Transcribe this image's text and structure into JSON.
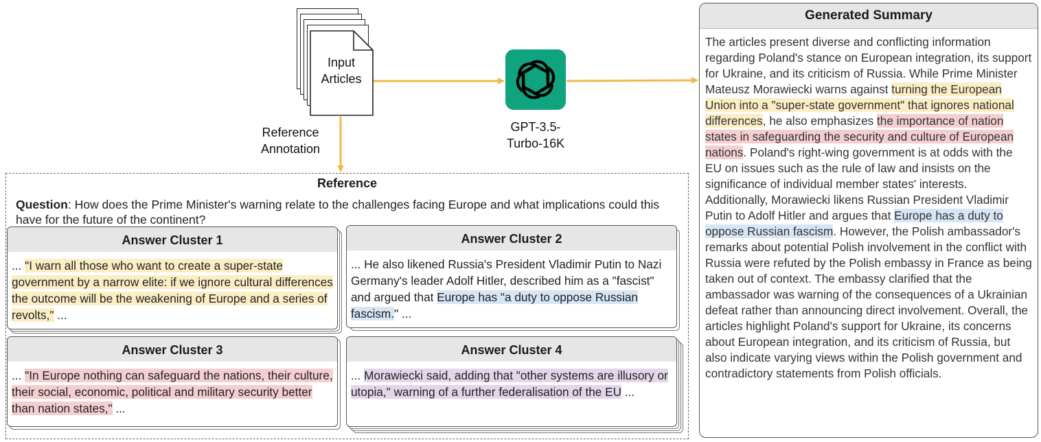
{
  "input": {
    "label_line1": "Input",
    "label_line2": "Articles"
  },
  "model": {
    "name_line1": "GPT-3.5-",
    "name_line2": "Turbo-16K"
  },
  "annotation": {
    "line1": "Reference",
    "line2": "Annotation"
  },
  "summary": {
    "title": "Generated Summary",
    "p1": "The articles present diverse and conflicting information regarding Poland's stance on European integration, its support for Ukraine, and its criticism of Russia. While Prime Minister Mateusz Morawiecki warns against ",
    "h1": "turning the European Union into a \"super-state government\" that ignores national differences",
    "p2": ", he also emphasizes ",
    "h2": "the importance of nation states in safeguarding the security and culture of European nations",
    "p3": ". Poland's right-wing government is at odds with the EU on issues such as the rule of law and insists on the significance of individual member states' interests. Additionally, Morawiecki likens Russian President Vladimir Putin to Adolf Hitler and argues that ",
    "h3": "Europe has a duty to oppose Russian fascism",
    "p4": ". However, the Polish ambassador's remarks about potential Polish involvement in the conflict with Russia were refuted by the Polish embassy in France as being taken out of context. The embassy clarified that the ambassador was warning of the consequences of a Ukrainian defeat rather than announcing direct involvement. Overall, the articles highlight Poland's support for Ukraine, its concerns about European integration, and its criticism of Russia, but also indicate varying views within the Polish government and contradictory statements from Polish officials."
  },
  "reference": {
    "title": "Reference",
    "question_label": "Question",
    "question_text": ": How does the Prime Minister's warning relate to the challenges facing Europe and what implications could this have for the future of the continent?"
  },
  "clusters": [
    {
      "title": "Answer Cluster 1",
      "pre": "... ",
      "hl": "\"I warn all those who want to create a super-state government by a narrow elite: if we ignore cultural differences the outcome will be the weakening of Europe and a series of revolts,\"",
      "post": " ..."
    },
    {
      "title": "Answer Cluster 2",
      "pre": "... He also likened Russia's President Vladimir Putin to Nazi Germany's leader Adolf Hitler, described him as a \"fascist\" and argued that ",
      "hl": "Europe has \"a duty to oppose Russian fascism.",
      "post": "\" ..."
    },
    {
      "title": "Answer Cluster 3",
      "pre": "... ",
      "hl": "\"In Europe nothing can safeguard the nations, their culture, their social, economic, political and military security better than nation states,\"",
      "post": " ..."
    },
    {
      "title": "Answer Cluster 4",
      "pre": "... ",
      "hl": "Morawiecki said, adding that \"other systems are illusory or utopia,\" warning of a further federalisation of the EU",
      "post": " ..."
    }
  ],
  "colors": {
    "arrow": "#f0b94a",
    "highlight_yellow": "#fbeec4",
    "highlight_red": "#f5cfcf",
    "highlight_blue": "#d6e6f5",
    "highlight_purple": "#e2d6ea",
    "gpt_green": "#10a37f"
  }
}
